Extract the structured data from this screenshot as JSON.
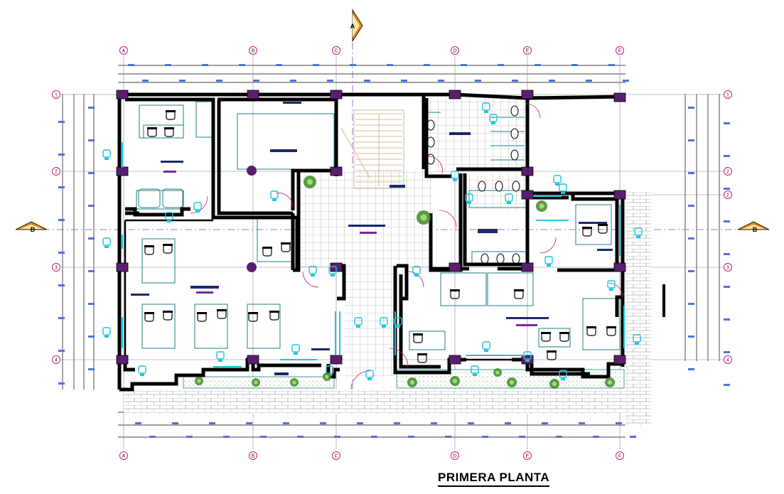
{
  "drawing": {
    "title": "PRIMERA PLANTA",
    "section_markers": [
      "A",
      "B"
    ],
    "grid_columns": [
      "A",
      "B",
      "C",
      "D",
      "E",
      "F"
    ],
    "grid_rows_left": [
      "1",
      "2",
      "3",
      "4"
    ],
    "grid_rows_right": [
      "1",
      "2",
      "2",
      "3",
      "4"
    ]
  },
  "colors": {
    "wall": "#000000",
    "column": "#5b1e6e",
    "grid_bubble": "#d4147a",
    "dimension_tag": "#4f74d8",
    "furniture": "#1f7f7f",
    "door_window": "#19c6e0",
    "stair": "#c9a77a",
    "section_marker": "#e08a1e",
    "plants": "#3b8a2e"
  },
  "icons": {
    "section_marker": "section-arrow-icon",
    "grid_bubble": "grid-bubble-icon",
    "plant": "plant-icon",
    "chair": "chair-icon",
    "toilet": "toilet-icon",
    "door": "door-swing-icon"
  }
}
